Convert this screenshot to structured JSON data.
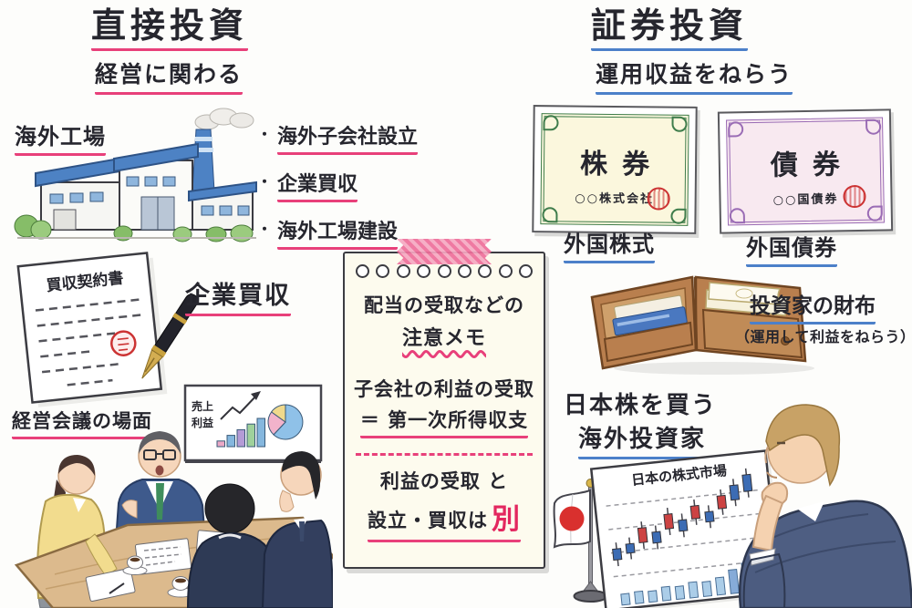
{
  "colors": {
    "pink_accent": "#e8407a",
    "blue_accent": "#4c80c9",
    "ink": "#26262e",
    "highlight_red": "#e3275f",
    "candle_red": "#cc4343",
    "candle_blue": "#3c6cb4",
    "volume_blue": "#abcde8"
  },
  "direct_investment": {
    "title": "直接投資",
    "subtitle": "経営に関わる",
    "factory_label": "海外工場",
    "bullet_char": "・",
    "bullets": [
      "海外子会社設立",
      "企業買収",
      "海外工場建設"
    ],
    "contract_title": "買収契約書",
    "acquisition_label": "企業買収",
    "meeting_label": "経営会議の場面",
    "whiteboard_label_sales": "売上",
    "whiteboard_label_profit": "利益"
  },
  "memo_note": {
    "heading_line1": "配当の受取などの",
    "heading_line2": "注意メモ",
    "body_line1": "子会社の利益の受取",
    "body_line2": "＝ 第一次所得収支",
    "note_line1": "利益の受取 と",
    "note_line2": "設立・買収は",
    "note_highlight": "別"
  },
  "securities_investment": {
    "title": "証券投資",
    "subtitle": "運用収益をねらう",
    "stock_certificate_title": "株券",
    "stock_certificate_company": "○○株式会社",
    "stock_label": "外国株式",
    "bond_certificate_title": "債券",
    "bond_certificate_issuer": "○○国債券",
    "bond_label": "外国債券",
    "wallet_label": "投資家の財布",
    "wallet_note": "（運用して利益をねらう）",
    "investor_caption_line1": "日本株を買う",
    "investor_caption_line2": "海外投資家",
    "market_chart_title": "日本の株式市場"
  },
  "market_chart": {
    "type": "candlestick",
    "trend": "rising",
    "candles": [
      "blue",
      "blue",
      "red",
      "blue",
      "red",
      "blue",
      "red",
      "blue",
      "red",
      "blue",
      "blue"
    ],
    "volume_bar_count": 10
  },
  "whiteboard_chart": {
    "type": "bar",
    "bar_values": [
      1,
      2,
      3,
      4,
      5
    ],
    "pie_slices": [
      62,
      23,
      15
    ]
  }
}
